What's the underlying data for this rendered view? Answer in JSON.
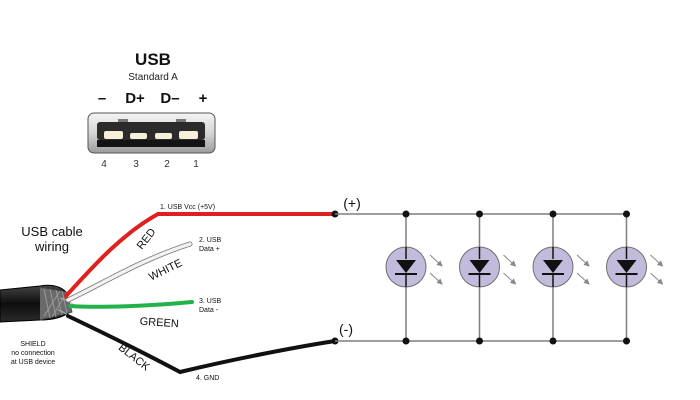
{
  "connector": {
    "title": "USB",
    "subtitle": "Standard A",
    "pin_symbols": [
      "–",
      "D+",
      "D–",
      "+"
    ],
    "pin_numbers": [
      "4",
      "3",
      "2",
      "1"
    ]
  },
  "cable": {
    "title_line1": "USB cable",
    "title_line2": "wiring",
    "shield_line1": "SHIELD",
    "shield_line2": "no connection",
    "shield_line3": "at USB device",
    "wires": [
      {
        "color_name": "RED",
        "color": "#e0201c",
        "label_line1": "1. USB Vcc (+5V)",
        "label_line2": ""
      },
      {
        "color_name": "WHITE",
        "color": "#e8e8e8",
        "label_line1": "2. USB",
        "label_line2": "Data +"
      },
      {
        "color_name": "GREEN",
        "color": "#22b24a",
        "label_line1": "3. USB",
        "label_line2": "Data -"
      },
      {
        "color_name": "BLACK",
        "color": "#111111",
        "label_line1": "4. GND",
        "label_line2": ""
      }
    ]
  },
  "circuit": {
    "positive_label": "(+)",
    "negative_label": "(-)",
    "led_count": 4,
    "led_fill": "#c2bbdb",
    "wire_color": "#7f7f7f"
  }
}
